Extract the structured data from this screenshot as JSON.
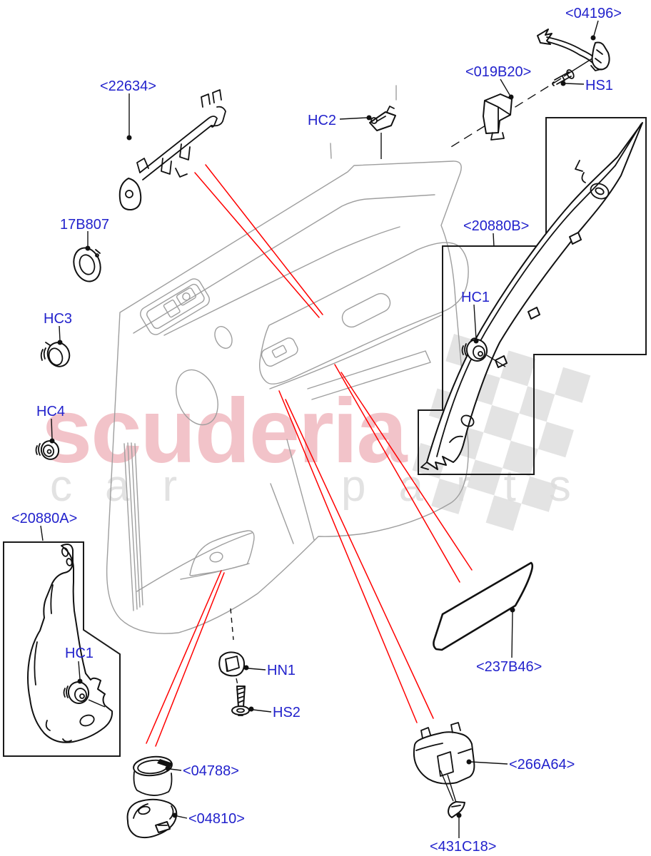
{
  "watermark": {
    "line1": "scuderia",
    "word1": "car",
    "word2": "parts",
    "pink": "#F2C3C9",
    "gray": "#E2E2E2",
    "checker": "#DCDCDC"
  },
  "colors": {
    "label_blue": "#2222CC",
    "leader_black": "#111111",
    "red_line": "#FF0000",
    "panel_gray": "#9E9E9E"
  },
  "labels": [
    {
      "text": "<22634>"
    },
    {
      "text": "HC2"
    },
    {
      "text": "<019B20>"
    },
    {
      "text": "<04196>"
    },
    {
      "text": "HS1"
    },
    {
      "text": "17B807"
    },
    {
      "text": "HC3"
    },
    {
      "text": "HC4"
    },
    {
      "text": "<20880B>"
    },
    {
      "text": "HC1"
    },
    {
      "text": "<20880A>"
    },
    {
      "text": "HC1"
    },
    {
      "text": "HN1"
    },
    {
      "text": "HS2"
    },
    {
      "text": "<04788>"
    },
    {
      "text": "<04810>"
    },
    {
      "text": "<237B46>"
    },
    {
      "text": "<266A64>"
    },
    {
      "text": "<431C18>"
    }
  ]
}
